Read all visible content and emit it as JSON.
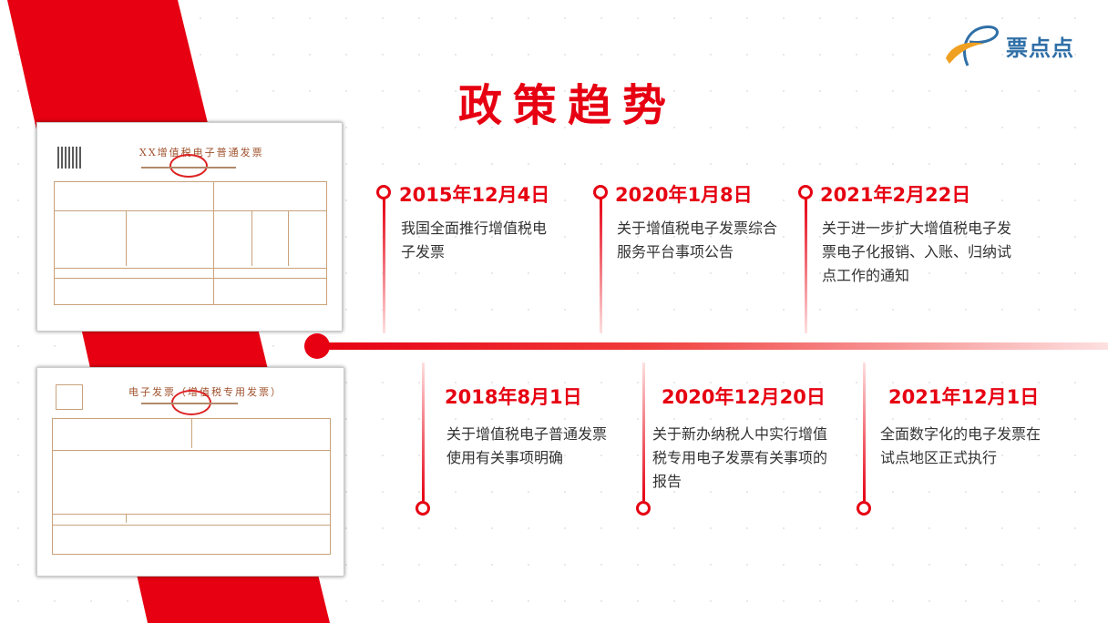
{
  "logo": {
    "text": "票点点"
  },
  "title": "政策趋势",
  "invoices": [
    {
      "title": "XX增值税电子普通发票"
    },
    {
      "title": "电子发票（增值税专用发票）"
    }
  ],
  "timeline": {
    "top": [
      {
        "date": "2015年12月4日",
        "text": "我国全面推行增值税电子发票"
      },
      {
        "date": "2020年1月8日",
        "text": "关于增值税电子发票综合服务平台事项公告"
      },
      {
        "date": "2021年2月22日",
        "text": "关于进一步扩大增值税电子发票电子化报销、入账、归纳试点工作的通知"
      }
    ],
    "bottom": [
      {
        "date": "2018年8月1日",
        "text": "关于增值税电子普通发票使用有关事项明确"
      },
      {
        "date": "2020年12月20日",
        "text": "关于新办纳税人中实行增值税专用电子发票有关事项的报告"
      },
      {
        "date": "2021年12月1日",
        "text": "全面数字化的电子发票在试点地区正式执行"
      }
    ]
  },
  "colors": {
    "accent": "#e60012",
    "logo_blue": "#2f6fa7",
    "logo_orange": "#f0a020"
  }
}
